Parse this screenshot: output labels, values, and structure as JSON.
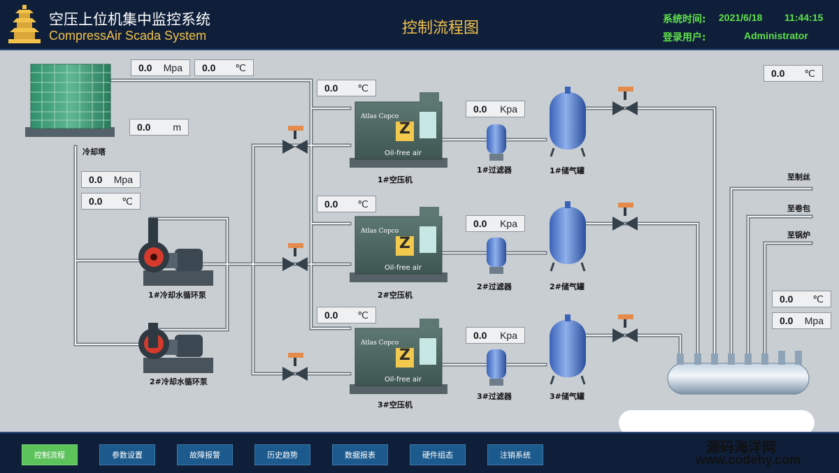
{
  "header": {
    "title_cn": "空压上位机集中监控系统",
    "title_en": "CompressAir Scada System",
    "page_title": "控制流程图",
    "time_label": "系统时间:",
    "date": "2021/6/18",
    "time": "11:44:15",
    "user_label": "登录用户:",
    "user": "Administrator"
  },
  "readouts": {
    "tower_pressure": {
      "value": "0.0",
      "unit": "Mpa"
    },
    "tower_temp": {
      "value": "0.0",
      "unit": "℃"
    },
    "tower_level": {
      "value": "0.0",
      "unit": "m"
    },
    "return_pressure": {
      "value": "0.0",
      "unit": "Mpa"
    },
    "return_temp": {
      "value": "0.0",
      "unit": "℃"
    },
    "comp1_temp": {
      "value": "0.0",
      "unit": "℃"
    },
    "comp2_temp": {
      "value": "0.0",
      "unit": "℃"
    },
    "comp3_temp": {
      "value": "0.0",
      "unit": "℃"
    },
    "filter1_pressure": {
      "value": "0.0",
      "unit": "Kpa"
    },
    "filter2_pressure": {
      "value": "0.0",
      "unit": "Kpa"
    },
    "filter3_pressure": {
      "value": "0.0",
      "unit": "Kpa"
    },
    "outlet_temp": {
      "value": "0.0",
      "unit": "℃"
    },
    "header_temp": {
      "value": "0.0",
      "unit": "℃"
    },
    "header_pressure": {
      "value": "0.0",
      "unit": "Mpa"
    }
  },
  "labels": {
    "cooling_tower": "冷却塔",
    "pump1": "1#冷却水循环泵",
    "pump2": "2#冷却水循环泵",
    "comp1": "1#空压机",
    "comp2": "2#空压机",
    "comp3": "3#空压机",
    "filter1": "1#过滤器",
    "filter2": "2#过滤器",
    "filter3": "3#过滤器",
    "tank1": "1#储气罐",
    "tank2": "2#储气罐",
    "tank3": "3#储气罐",
    "dest1": "至制丝",
    "dest2": "至卷包",
    "dest3": "至锅炉",
    "brand": "Atlas Copco",
    "brand_mark": "Z",
    "oil_free": "Oil-free air"
  },
  "nav": [
    "控制流程",
    "参数设置",
    "故障报警",
    "历史趋势",
    "数据报表",
    "硬件组态",
    "注销系统"
  ],
  "watermark": {
    "cn": "源码海洋网",
    "url": "www.codehy.com"
  },
  "colors": {
    "header_bg": "#0f1f3a",
    "accent_green": "#5fe04a",
    "title_gold": "#f3c24a",
    "nav_active": "#5cc25a",
    "nav_btn": "#1c5a8d"
  }
}
